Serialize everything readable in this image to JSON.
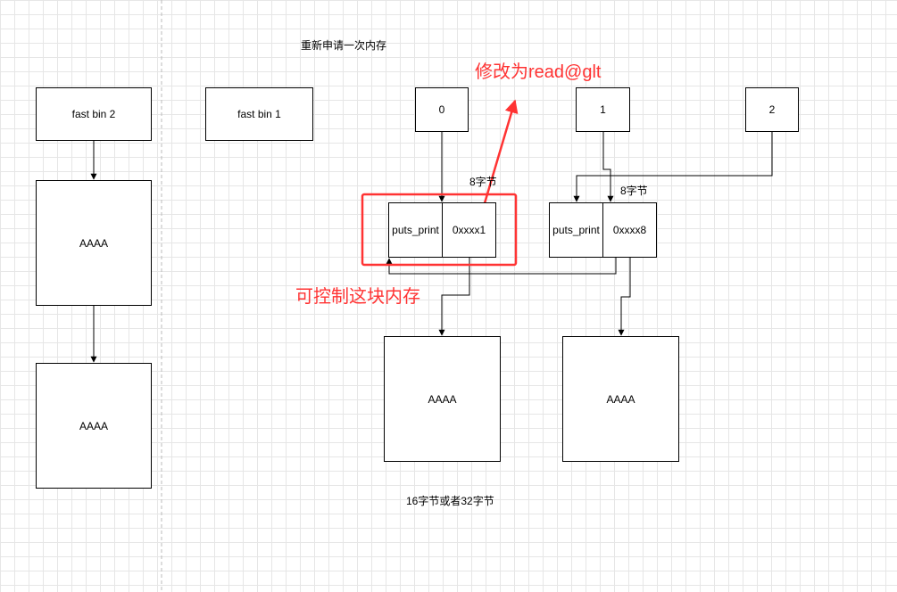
{
  "title": "重新申请一次内存",
  "boxes": {
    "fastbin2": "fast bin 2",
    "fastbin1": "fast bin 1",
    "chunk_left_top": "AAAA",
    "chunk_left_bottom": "AAAA",
    "idx0": "0",
    "idx1": "1",
    "idx2": "2",
    "puts0": "puts_print",
    "ptr0": "0xxxx1",
    "puts1": "puts_print",
    "ptr1": "0xxxx8",
    "data0": "AAAA",
    "data1": "AAAA"
  },
  "labels": {
    "bytes8_left": "8字节",
    "bytes8_right": "8字节",
    "size_note": "16字节或者32字节"
  },
  "annotations": {
    "modify": "修改为read@glt",
    "controllable": "可控制这块内存"
  },
  "colors": {
    "annotation": "#ff3333",
    "grid": "#e6e6e6"
  }
}
